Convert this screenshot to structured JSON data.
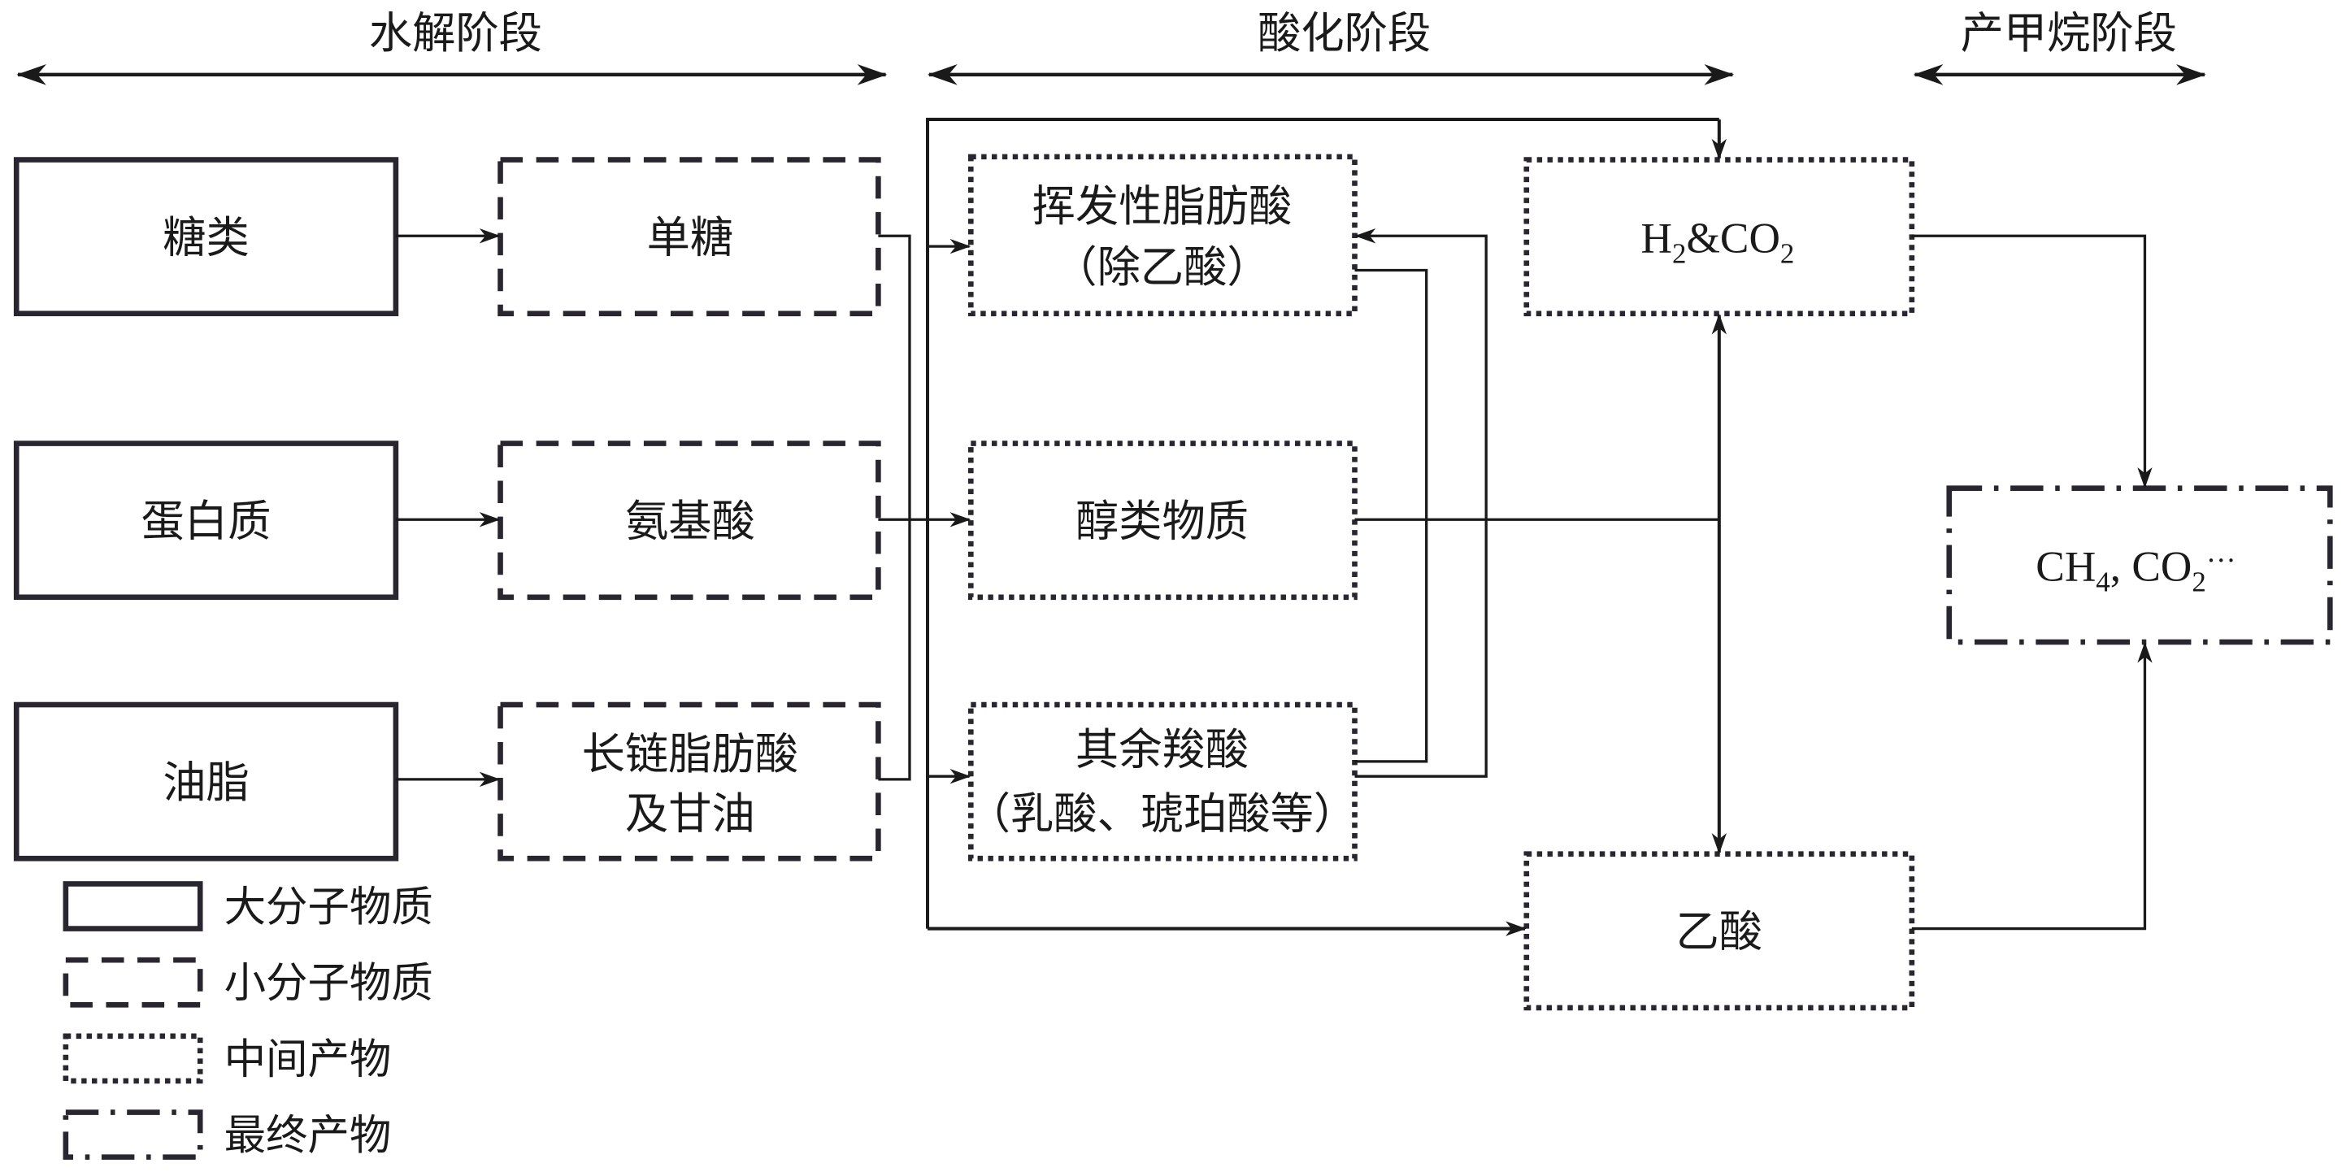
{
  "stages": [
    {
      "label": "水解阶段"
    },
    {
      "label": "酸化阶段"
    },
    {
      "label": "产甲烷阶段"
    }
  ],
  "nodes": {
    "carbohydrates": {
      "label": "糖类",
      "category": "macromolecule"
    },
    "monosaccharides": {
      "label": "单糖",
      "category": "small_molecule"
    },
    "proteins": {
      "label": "蛋白质",
      "category": "macromolecule"
    },
    "amino_acids": {
      "label": "氨基酸",
      "category": "small_molecule"
    },
    "lipids": {
      "label": "油脂",
      "category": "macromolecule"
    },
    "lcfa_glycerol": {
      "line1": "长链脂肪酸",
      "line2": "及甘油",
      "category": "small_molecule"
    },
    "vfa": {
      "line1": "挥发性脂肪酸",
      "line2": "（除乙酸）",
      "category": "intermediate"
    },
    "alcohols": {
      "label": "醇类物质",
      "category": "intermediate"
    },
    "other_carboxylic": {
      "line1": "其余羧酸",
      "line2": "（乳酸、琥珀酸等）",
      "category": "intermediate"
    },
    "h2_co2": {
      "parts": [
        "H",
        "2",
        "&CO",
        "2"
      ],
      "category": "intermediate"
    },
    "acetic_acid": {
      "label": "乙酸",
      "category": "intermediate"
    },
    "final": {
      "parts": [
        "CH",
        "4",
        ", CO",
        "2",
        "···"
      ],
      "category": "final_product"
    }
  },
  "edges": [
    {
      "from": "糖类",
      "to": "单糖"
    },
    {
      "from": "蛋白质",
      "to": "氨基酸"
    },
    {
      "from": "油脂",
      "to": "长链脂肪酸及甘油"
    },
    {
      "from": "单糖/氨基酸/长链脂肪酸及甘油",
      "to": "挥发性脂肪酸（除乙酸）"
    },
    {
      "from": "单糖/氨基酸/长链脂肪酸及甘油",
      "to": "醇类物质"
    },
    {
      "from": "单糖/氨基酸/长链脂肪酸及甘油",
      "to": "其余羧酸（乳酸、琥珀酸等）"
    },
    {
      "from": "单糖/氨基酸/长链脂肪酸及甘油",
      "to": "H2&CO2"
    },
    {
      "from": "单糖/氨基酸/长链脂肪酸及甘油",
      "to": "乙酸"
    },
    {
      "from": "其余羧酸",
      "to": "挥发性脂肪酸（除乙酸）"
    },
    {
      "from": "挥发性脂肪酸/其余羧酸/醇类物质",
      "to": "H2&CO2 / 乙酸"
    },
    {
      "from": "H2&CO2",
      "to": "乙酸",
      "bidirectional": true
    },
    {
      "from": "H2&CO2",
      "to": "CH4, CO2···"
    },
    {
      "from": "乙酸",
      "to": "CH4, CO2···"
    }
  ],
  "legend": [
    {
      "style": "solid",
      "label": "大分子物质"
    },
    {
      "style": "dashed",
      "label": "小分子物质"
    },
    {
      "style": "dotted",
      "label": "中间产物"
    },
    {
      "style": "dash-dot",
      "label": "最终产物"
    }
  ],
  "colors": {
    "box_stroke": "#2a2630",
    "line": "#1a1a1a",
    "background": "#ffffff"
  }
}
